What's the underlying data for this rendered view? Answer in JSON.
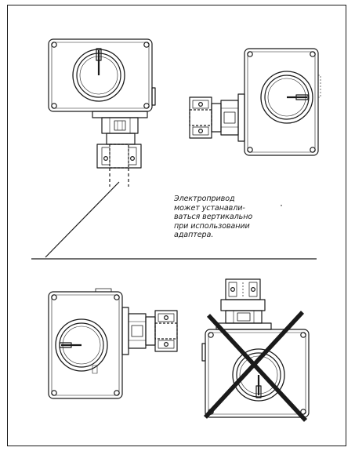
{
  "note": {
    "lines": [
      "Электропривод",
      "может устанавли-",
      "ваться вертикально",
      "при использовании",
      "адаптера."
    ]
  },
  "illustration": {
    "orientations": [
      {
        "id": "vertical-top",
        "allowed": true
      },
      {
        "id": "horizontal-right",
        "allowed": true
      },
      {
        "id": "horizontal-left",
        "allowed": true
      },
      {
        "id": "inverted",
        "allowed": false
      }
    ],
    "prohibited_mark": "cross-mark-icon",
    "line_color": "#1a1a1a"
  }
}
